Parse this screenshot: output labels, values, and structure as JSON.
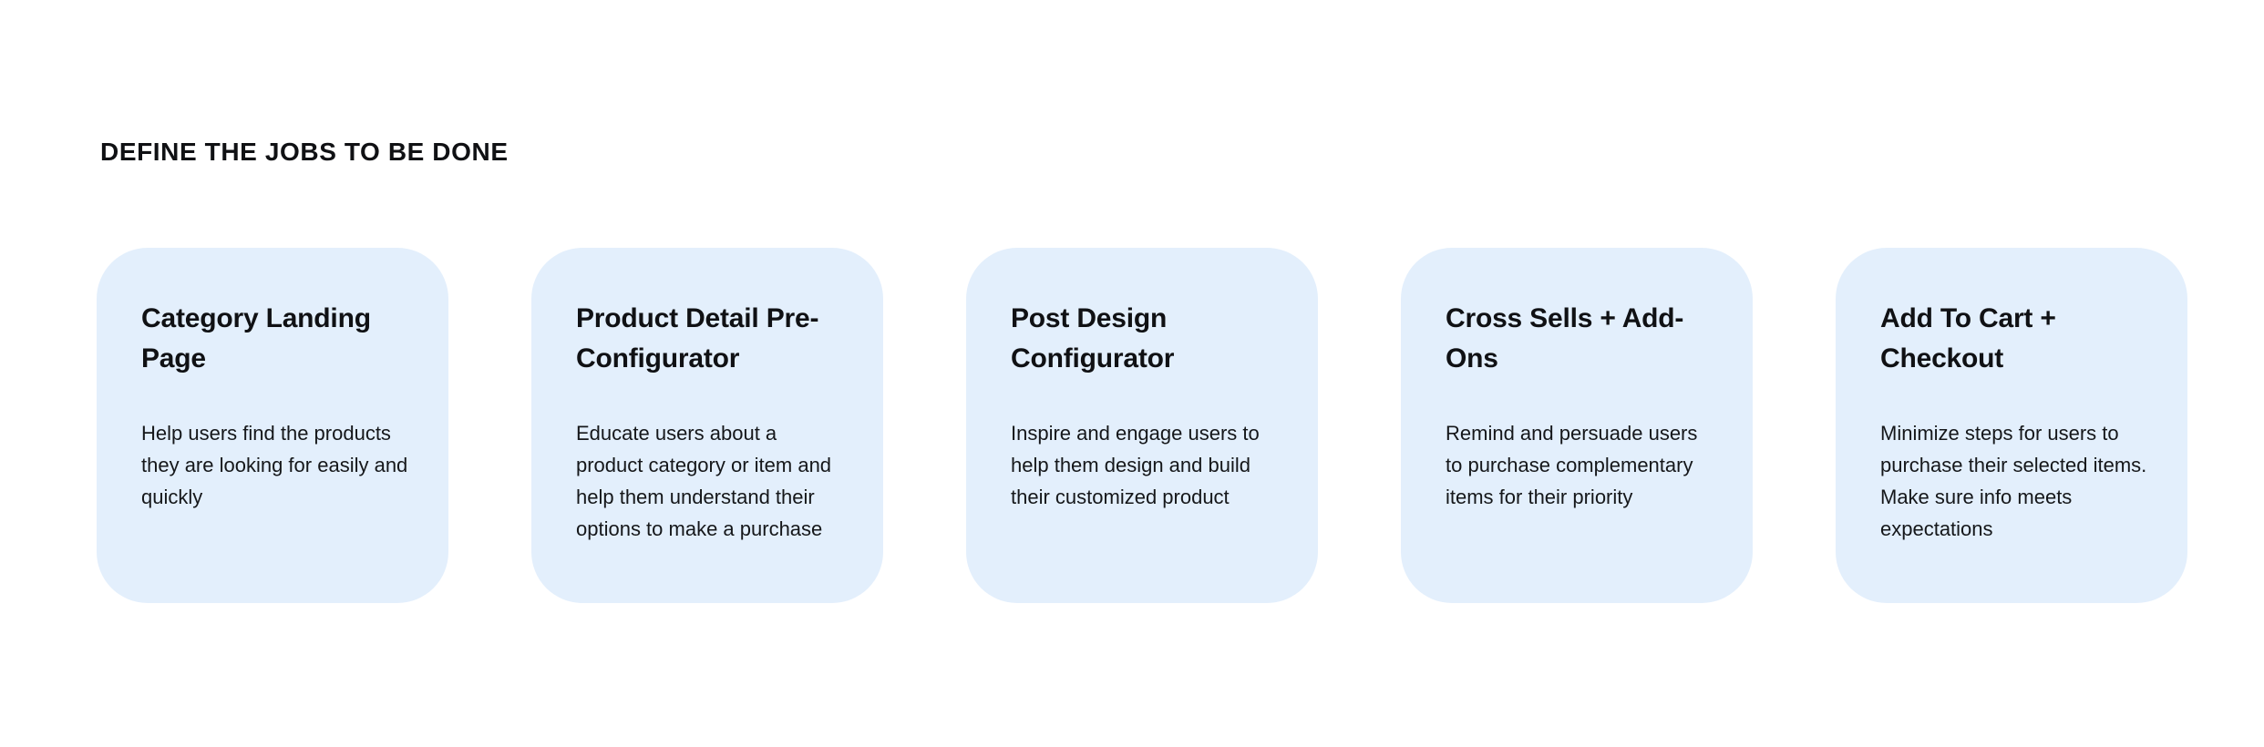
{
  "page": {
    "background_color": "#FFFFFF",
    "heading": "DEFINE THE JOBS TO BE DONE"
  },
  "theme": {
    "card_background": "#E3EFFC",
    "text_color": "#101114",
    "body_text_color": "#15171A"
  },
  "cards": [
    {
      "title": "Category Landing Page",
      "description": "Help users find the products they are looking for easily and quickly"
    },
    {
      "title": "Product Detail Pre-Configurator",
      "description": "Educate users about a product category or item and help them understand their options to make a purchase"
    },
    {
      "title": "Post Design Configurator",
      "description": "Inspire and engage users to help them design and build their customized product"
    },
    {
      "title": "Cross Sells + Add-Ons",
      "description": "Remind and persuade users to purchase complementary items for their priority"
    },
    {
      "title": "Add To Cart + Checkout",
      "description": "Minimize steps for users to purchase their selected items. Make sure info meets expectations"
    }
  ]
}
